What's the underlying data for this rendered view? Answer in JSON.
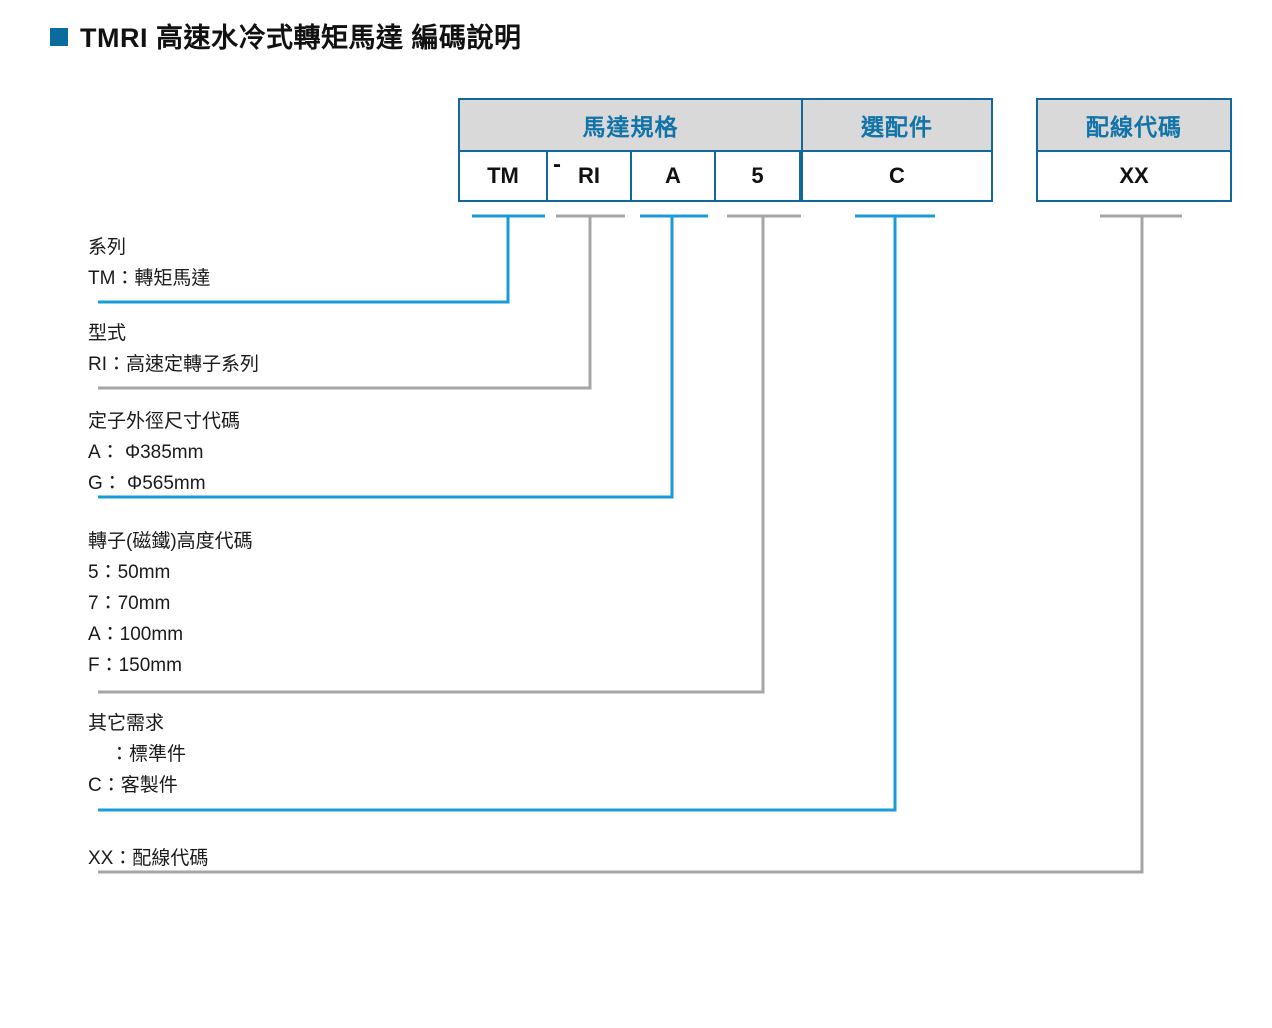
{
  "page": {
    "title": "TMRI 高速水冷式轉矩馬達 編碼說明",
    "bullet_icon": "square-bullet-icon"
  },
  "colors": {
    "accent_blue": "#0b6a9e",
    "table_border": "#12689b",
    "header_text": "#1173a8",
    "header_fill": "#d9d9d9",
    "leader_blue": "#1a9bd7",
    "leader_gray": "#a6a6a6",
    "body_text": "#1a1a1a"
  },
  "code_table": {
    "separator": "-",
    "groups": [
      {
        "name": "motor-spec",
        "header": "馬達規格",
        "cells": [
          {
            "key": "series",
            "value": "TM"
          },
          {
            "key": "type",
            "value": "RI"
          },
          {
            "key": "stator-od",
            "value": "A"
          },
          {
            "key": "rotor-height",
            "value": "5"
          }
        ]
      },
      {
        "name": "optional-parts",
        "header": "選配件",
        "cells": [
          {
            "key": "other-requirement",
            "value": "C"
          }
        ]
      },
      {
        "name": "wiring-code",
        "header": "配線代碼",
        "cells": [
          {
            "key": "wiring",
            "value": "XX"
          }
        ]
      }
    ]
  },
  "specs": [
    {
      "name": "series",
      "heading": "系列",
      "lines": [
        {
          "text": "TM：轉矩馬達",
          "indent": false
        }
      ]
    },
    {
      "name": "type",
      "heading": "型式",
      "lines": [
        {
          "text": "RI：高速定轉子系列",
          "indent": false
        }
      ]
    },
    {
      "name": "stator-outer-diameter",
      "heading": "定子外徑尺寸代碼",
      "lines": [
        {
          "text": "A： Φ385mm",
          "indent": false
        },
        {
          "text": "G： Φ565mm",
          "indent": false
        }
      ]
    },
    {
      "name": "rotor-magnet-height",
      "heading": "轉子(磁鐵)高度代碼",
      "lines": [
        {
          "text": "5：50mm",
          "indent": false
        },
        {
          "text": "7：70mm",
          "indent": false
        },
        {
          "text": "A：100mm",
          "indent": false
        },
        {
          "text": "F：150mm",
          "indent": false
        }
      ]
    },
    {
      "name": "other-requirement",
      "heading": "其它需求",
      "lines": [
        {
          "text": "：標準件",
          "indent": true
        },
        {
          "text": "C：客製件",
          "indent": false
        }
      ]
    },
    {
      "name": "wiring-code",
      "heading": "",
      "lines": [
        {
          "text": "XX：配線代碼",
          "indent": false
        }
      ]
    }
  ]
}
